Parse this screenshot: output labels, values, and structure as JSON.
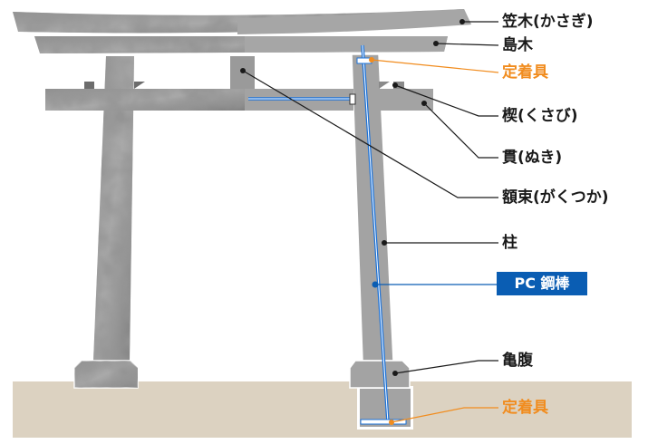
{
  "labels": {
    "kasagi": "笠木(かさぎ)",
    "shimaki": "島木",
    "anchor_top": "定着具",
    "kusabi": "楔(くさび)",
    "nuki": "貫(ぬき)",
    "gakuzuka": "額束(がくつか)",
    "hashira": "柱",
    "pc_bar": "PC 鋼棒",
    "kamebara": "亀腹",
    "anchor_bottom": "定着具"
  },
  "colors": {
    "label_text": "#1a1a1a",
    "highlight_text": "#f18c1e",
    "pc_bar": "#0a5db3",
    "ground": "#dcd2c1",
    "cutaway_gray": "#a3a3a3",
    "stone_dark": "#555555",
    "stone_light": "#9a9a9a"
  },
  "icons": {
    "leader_dot": "round-dot",
    "stone_texture": "mottled-stone"
  }
}
